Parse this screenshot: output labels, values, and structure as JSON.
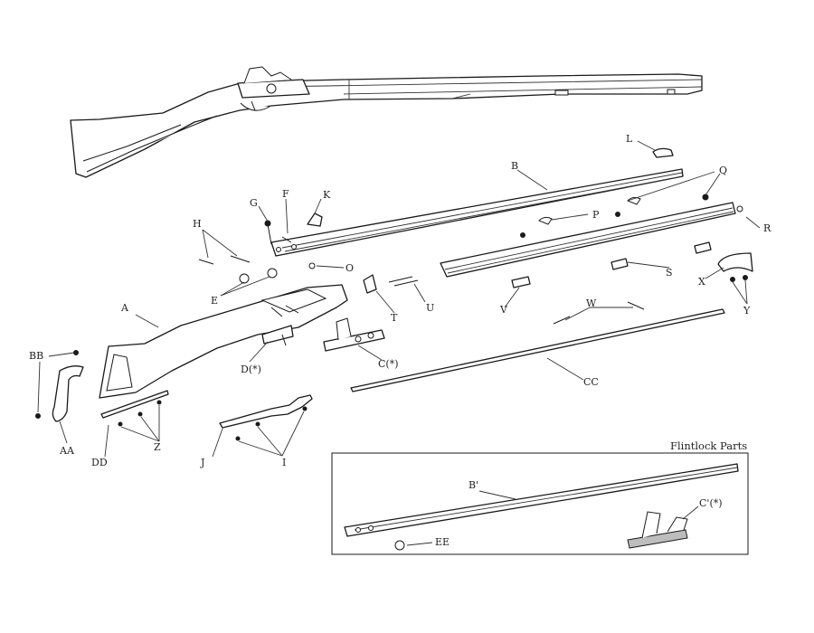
{
  "diagram": {
    "inset_title": "Flintlock Parts",
    "labels": {
      "A": "A",
      "B": "B",
      "B_prime": "B'",
      "C": "C(*)",
      "C_prime": "C'(*)",
      "D": "D(*)",
      "E": "E",
      "F": "F",
      "G": "G",
      "H": "H",
      "I": "I",
      "J": "J",
      "K": "K",
      "L": "L",
      "O": "O",
      "P": "P",
      "Q": "Q",
      "R": "R",
      "S": "S",
      "T": "T",
      "U": "U",
      "V": "V",
      "W": "W",
      "X": "X",
      "Y": "Y",
      "Z": "Z",
      "AA": "AA",
      "BB": "BB",
      "CC": "CC",
      "DD": "DD",
      "EE": "EE"
    }
  }
}
